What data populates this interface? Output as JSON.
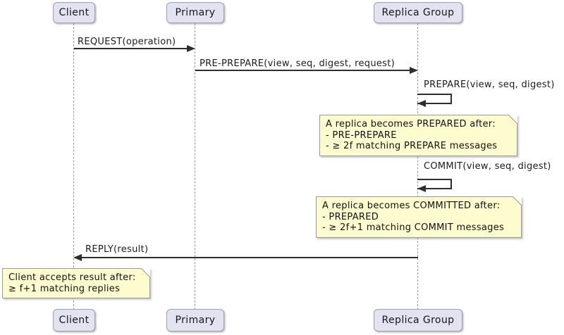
{
  "participants": [
    {
      "name": "Client"
    },
    {
      "name": "Primary"
    },
    {
      "name": "Replica Group"
    }
  ],
  "messages": [
    {
      "label": "REQUEST(operation)",
      "from": "Client",
      "to": "Primary",
      "self": false
    },
    {
      "label": "PRE-PREPARE(view, seq, digest, request)",
      "from": "Primary",
      "to": "Replica Group",
      "self": false
    },
    {
      "label": "PREPARE(view, seq, digest)",
      "from": "Replica Group",
      "to": "Replica Group",
      "self": true
    },
    {
      "label": "COMMIT(view, seq, digest)",
      "from": "Replica Group",
      "to": "Replica Group",
      "self": true
    },
    {
      "label": "REPLY(result)",
      "from": "Replica Group",
      "to": "Client",
      "self": false
    }
  ],
  "notes": [
    {
      "anchor": "Replica Group",
      "lines": [
        "A replica becomes PREPARED after:",
        "- PRE-PREPARE",
        "- ≥ 2f matching PREPARE messages"
      ]
    },
    {
      "anchor": "Replica Group",
      "lines": [
        "A replica becomes COMMITTED after:",
        "- PREPARED",
        "- ≥ 2f+1 matching COMMIT messages"
      ]
    },
    {
      "anchor": "Client",
      "lines": [
        "Client accepts result after:",
        "≥ f+1 matching replies"
      ]
    }
  ],
  "colors": {
    "background": "#FFFFFF",
    "participant_fill": "#E2E2F0",
    "participant_border": "#9E9EB8",
    "note_fill": "#FCFCCE",
    "note_border": "#999999",
    "lifeline": "#999999",
    "arrow": "#2E2E2E",
    "text": "#1C1C1C"
  }
}
